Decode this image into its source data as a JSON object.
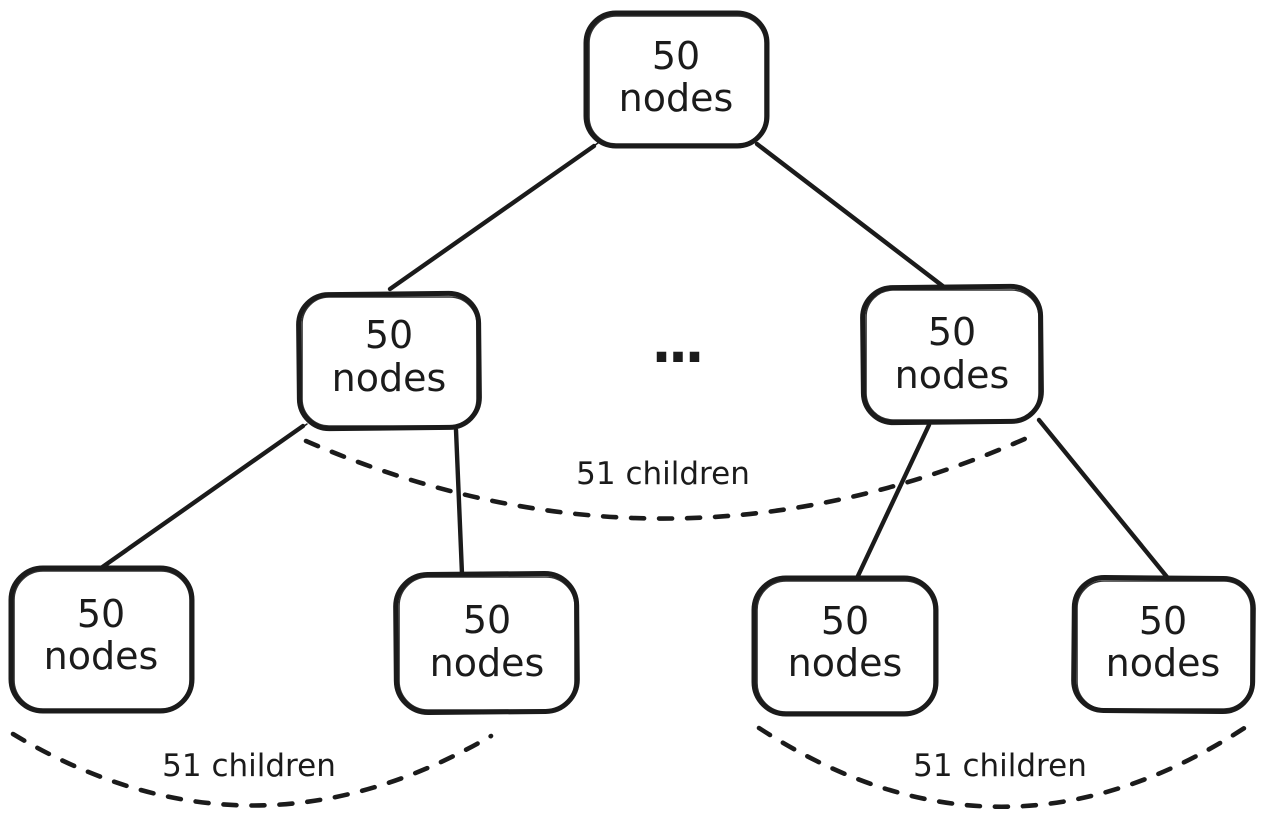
{
  "diagram": {
    "type": "tree",
    "background": "#ffffff",
    "ink": "#1b1b1b",
    "nodes": [
      {
        "id": "root",
        "line1": "50",
        "line2": "nodes"
      },
      {
        "id": "mid-left",
        "line1": "50",
        "line2": "nodes"
      },
      {
        "id": "mid-right",
        "line1": "50",
        "line2": "nodes"
      },
      {
        "id": "leaf-1",
        "line1": "50",
        "line2": "nodes"
      },
      {
        "id": "leaf-2",
        "line1": "50",
        "line2": "nodes"
      },
      {
        "id": "leaf-3",
        "line1": "50",
        "line2": "nodes"
      },
      {
        "id": "leaf-4",
        "line1": "50",
        "line2": "nodes"
      }
    ],
    "ellipsis": "...",
    "labels": [
      {
        "id": "children-top",
        "text": "51 children"
      },
      {
        "id": "children-bottom-left",
        "text": "51 children"
      },
      {
        "id": "children-bottom-right",
        "text": "51 children"
      }
    ]
  }
}
